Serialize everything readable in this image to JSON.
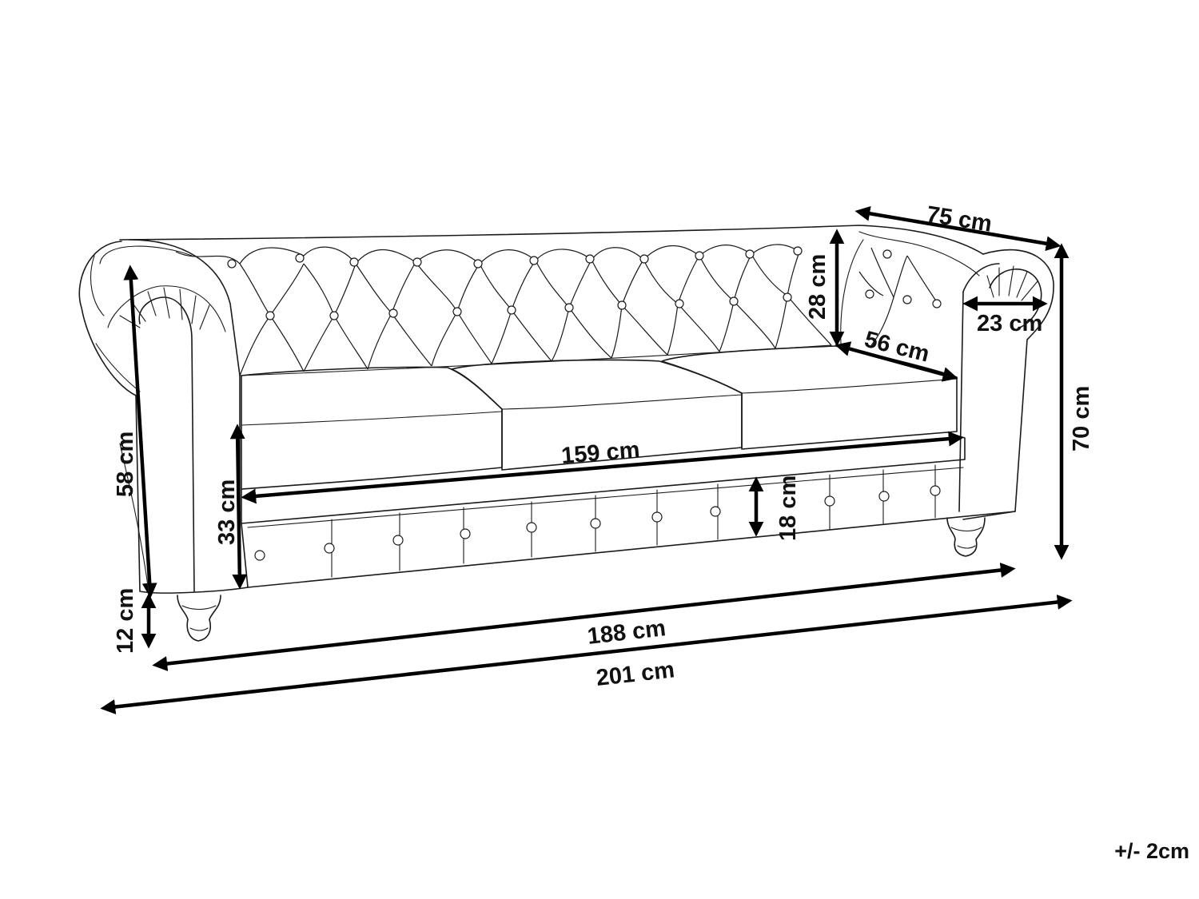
{
  "dimensions": {
    "back_depth": "75 cm",
    "back_height": "28 cm",
    "arm_width": "23 cm",
    "seat_depth": "56 cm",
    "total_height": "70 cm",
    "arm_height": "58 cm",
    "seat_width": "159 cm",
    "seat_height": "33 cm",
    "seat_cushion_height": "18 cm",
    "leg_height": "12 cm",
    "inner_length": "188 cm",
    "total_length": "201 cm"
  },
  "tolerance": "+/- 2cm"
}
